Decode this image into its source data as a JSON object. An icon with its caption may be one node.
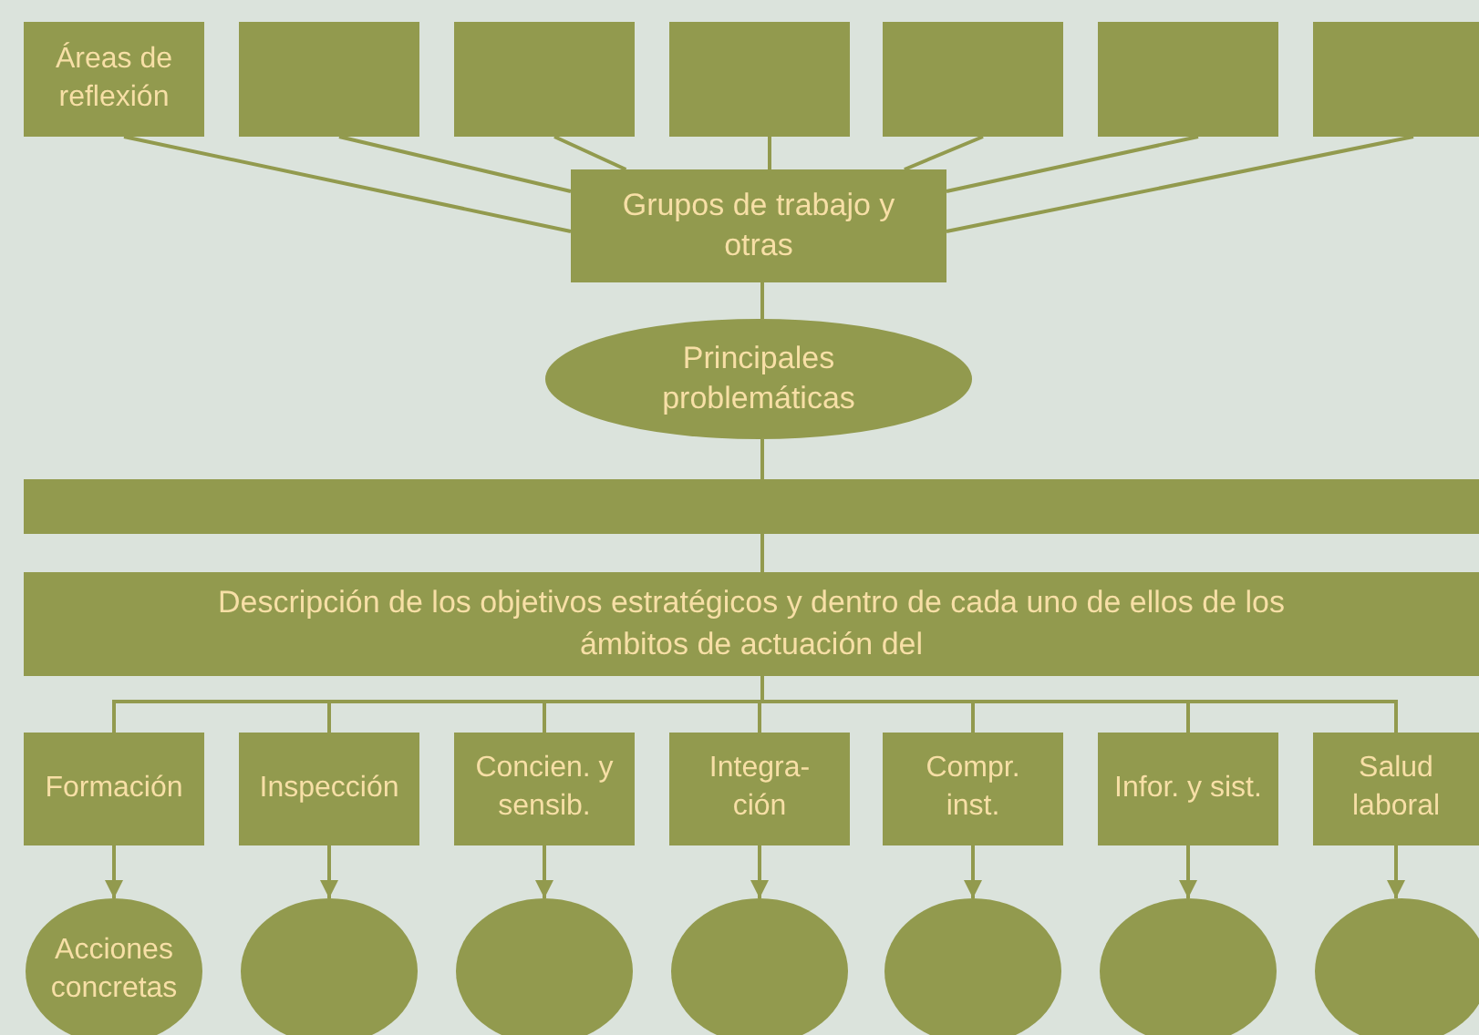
{
  "diagram": {
    "nodes": [
      {
        "text": [
          "Áreas de reflexión"
        ]
      },
      {
        "text": [],
        "shape": "box"
      },
      {
        "text": [],
        "shape": "box"
      },
      {
        "text": [],
        "shape": "box"
      },
      {
        "text": [],
        "shape": "box"
      },
      {
        "text": [],
        "shape": "box"
      },
      {
        "text": [],
        "shape": "box"
      },
      {
        "text": [
          "Grupos de trabajo y otras"
        ]
      },
      {
        "text": [
          "Principales problemáticas"
        ]
      },
      {
        "text": [],
        "shape": "bar"
      },
      {
        "text": [
          "Descripción de los objetivos estratégicos y dentro de cada uno de ellos de los ámbitos de actuación del"
        ]
      },
      {
        "text": [
          "Formación"
        ]
      },
      {
        "text": [
          "Inspección"
        ]
      },
      {
        "text": [
          "Concien. y sensib."
        ]
      },
      {
        "text": [
          "Integra- ción"
        ]
      },
      {
        "text": [
          "Compr. inst."
        ]
      },
      {
        "text": [
          "Infor. y sist."
        ]
      },
      {
        "text": [
          "Salud laboral"
        ]
      },
      {
        "text": [
          "Acciones concretas"
        ]
      },
      {
        "text": [],
        "shape": "circle"
      },
      {
        "text": [],
        "shape": "circle"
      },
      {
        "text": [],
        "shape": "circle"
      },
      {
        "text": [],
        "shape": "circle"
      },
      {
        "text": [],
        "shape": "circle"
      },
      {
        "text": [],
        "shape": "circle"
      }
    ],
    "edges": [
      {
        "from": 0,
        "to": 7,
        "arrow": "none"
      },
      {
        "from": 1,
        "to": 7,
        "arrow": "none"
      },
      {
        "from": 2,
        "to": 7,
        "arrow": "none"
      },
      {
        "from": 3,
        "to": 7,
        "arrow": "none"
      },
      {
        "from": 4,
        "to": 7,
        "arrow": "none"
      },
      {
        "from": 5,
        "to": 7,
        "arrow": "none"
      },
      {
        "from": 6,
        "to": 7,
        "arrow": "none"
      },
      {
        "from": 7,
        "to": 8,
        "arrow": "none"
      },
      {
        "from": 8,
        "to": 9,
        "arrow": "none"
      },
      {
        "from": 9,
        "to": 10,
        "arrow": "none"
      },
      {
        "from": 10,
        "to": 11,
        "arrow": "none"
      },
      {
        "from": 10,
        "to": 12,
        "arrow": "none"
      },
      {
        "from": 10,
        "to": 13,
        "arrow": "none"
      },
      {
        "from": 10,
        "to": 14,
        "arrow": "none"
      },
      {
        "from": 10,
        "to": 15,
        "arrow": "none"
      },
      {
        "from": 10,
        "to": 16,
        "arrow": "none"
      },
      {
        "from": 10,
        "to": 17,
        "arrow": "none"
      },
      {
        "from": 11,
        "to": 18,
        "arrow": "to"
      },
      {
        "from": 12,
        "to": 19,
        "arrow": "to"
      },
      {
        "from": 13,
        "to": 20,
        "arrow": "to"
      },
      {
        "from": 14,
        "to": 21,
        "arrow": "to"
      },
      {
        "from": 15,
        "to": 22,
        "arrow": "to"
      },
      {
        "from": 16,
        "to": 23,
        "arrow": "to"
      },
      {
        "from": 17,
        "to": 24,
        "arrow": "to"
      }
    ]
  }
}
